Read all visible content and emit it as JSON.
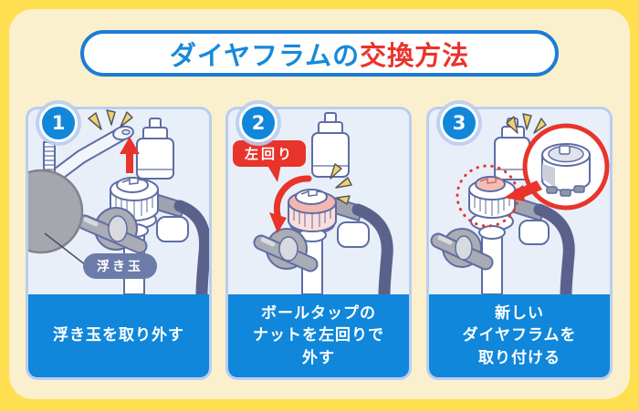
{
  "title": {
    "blue": "ダイヤフラムの",
    "red": "交換方法"
  },
  "steps": [
    {
      "number": "1",
      "caption": "浮き玉を取り外す",
      "label": "浮き玉"
    },
    {
      "number": "2",
      "caption": "ボールタップの\nナットを左回りで\n外す",
      "label": "左回り"
    },
    {
      "number": "3",
      "caption": "新しい\nダイヤフラムを\n取り付ける"
    }
  ],
  "colors": {
    "outer_yellow": "#FFDF4F",
    "card_cream": "#FAF0CD",
    "title_border_blue": "#1C7CD5",
    "title_text_blue": "#1689D9",
    "accent_red": "#E8342B",
    "panel_border": "#B9CDF1",
    "panel_bg": "#E9EFF9",
    "caption_blue": "#1087DA",
    "label_slate": "#6C7BA9",
    "highlight_pink": "#F4B6B1",
    "highlight_pink_light": "#FBDEDB",
    "hose_slate": "#5A628C",
    "part_gray": "#ABACB4",
    "outline_blue_gray": "#5E6DA3",
    "sparkle_yellow": "#F2D170"
  }
}
